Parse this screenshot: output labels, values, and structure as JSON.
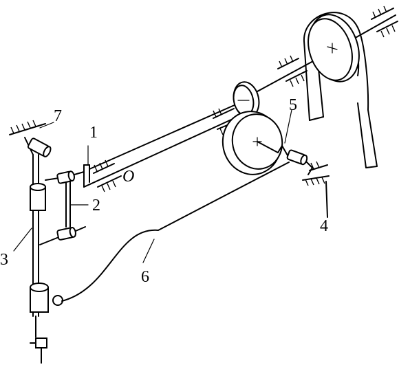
{
  "diagram": {
    "labels": {
      "part1": "1",
      "part2": "2",
      "part3": "3",
      "part4": "4",
      "part5": "5",
      "part6": "6",
      "part7": "7",
      "point_O": "O"
    }
  }
}
